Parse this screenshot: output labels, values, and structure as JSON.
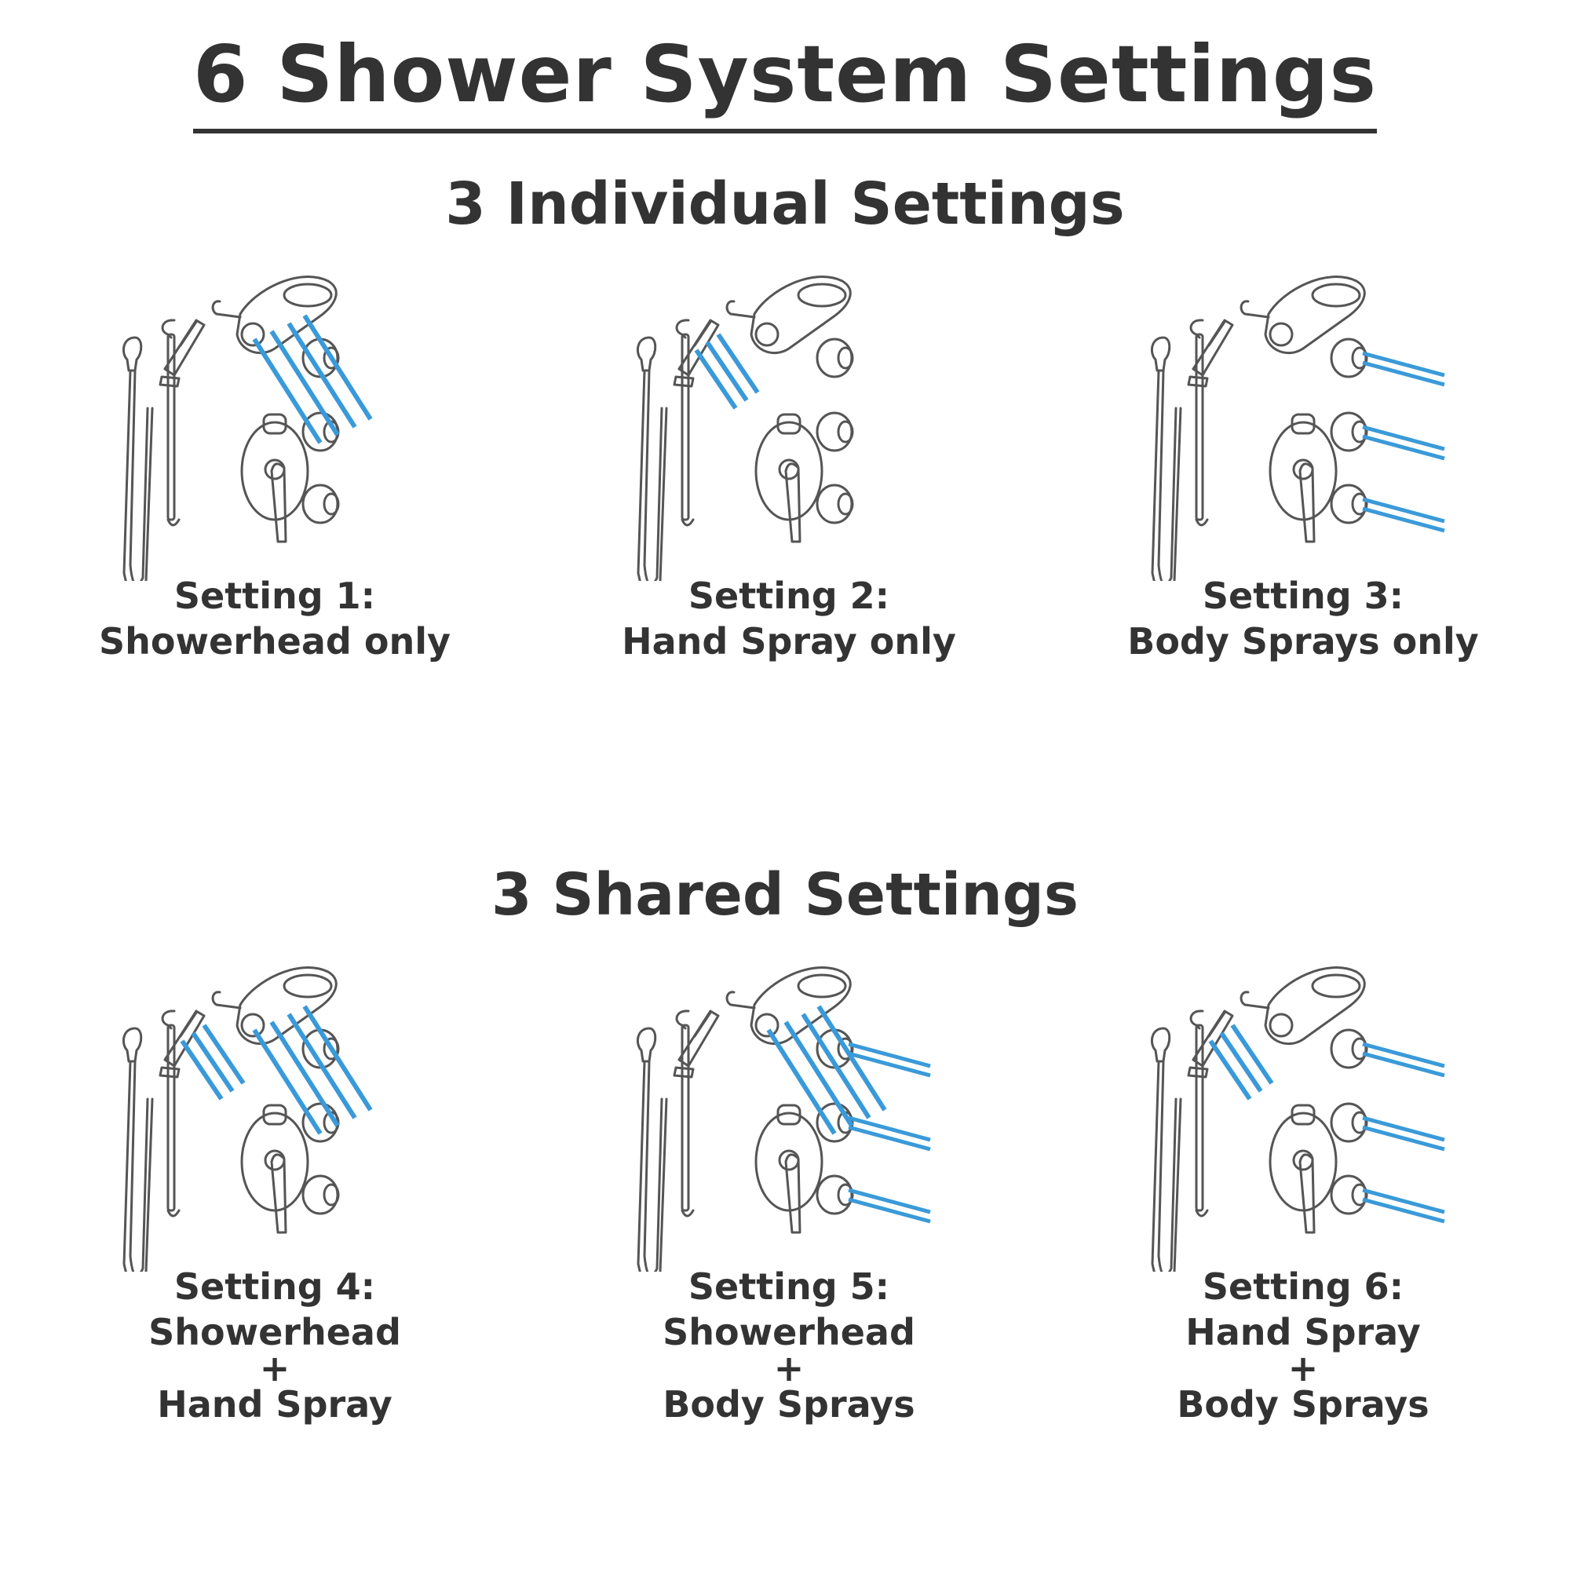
{
  "title": "6 Shower System Settings",
  "sections": {
    "individual": "3 Individual Settings",
    "shared": "3 Shared Settings"
  },
  "colors": {
    "water": "#3a9ad9",
    "line_art": "#555555",
    "text": "#333333"
  },
  "settings": [
    {
      "label": "Setting 1:",
      "desc": "Showerhead only",
      "showerhead": true,
      "hand_spray": false,
      "body_sprays": false
    },
    {
      "label": "Setting 2:",
      "desc": "Hand Spray only",
      "showerhead": false,
      "hand_spray": true,
      "body_sprays": false
    },
    {
      "label": "Setting 3:",
      "desc": "Body Sprays only",
      "showerhead": false,
      "hand_spray": false,
      "body_sprays": true
    },
    {
      "label": "Setting 4:",
      "desc_a": "Showerhead",
      "plus": "+",
      "desc_b": "Hand Spray",
      "showerhead": true,
      "hand_spray": true,
      "body_sprays": false
    },
    {
      "label": "Setting 5:",
      "desc_a": "Showerhead",
      "plus": "+",
      "desc_b": "Body Sprays",
      "showerhead": true,
      "hand_spray": false,
      "body_sprays": true
    },
    {
      "label": "Setting 6:",
      "desc_a": "Hand Spray",
      "plus": "+",
      "desc_b": "Body Sprays",
      "showerhead": false,
      "hand_spray": true,
      "body_sprays": true
    }
  ]
}
